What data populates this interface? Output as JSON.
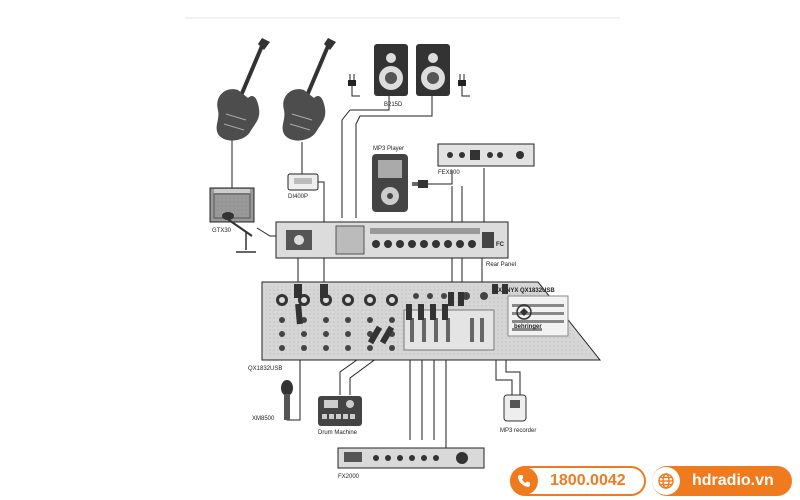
{
  "diagram": {
    "labels": {
      "speakers": "B215D",
      "mp3_player": "MP3 Player",
      "fex800": "FEX800",
      "di400p": "DI400P",
      "gtx30": "GTX30",
      "rear_panel": "Rear Panel",
      "mixer": "QX1832USB",
      "mixer_brand_panel": "XENYX QX1832USB",
      "behringer": "behringer",
      "mic": "XM8500",
      "drum_machine": "Drum Machine",
      "mp3_recorder": "MP3 recorder",
      "fx2000": "FX2000",
      "fc_mark": "FC"
    }
  },
  "footer": {
    "phone": "1800.0042",
    "website": "hdradio.vn"
  },
  "colors": {
    "accent": "#f07a1e",
    "line": "#222222",
    "panel": "#d9d9d9"
  },
  "icons": {
    "phone": "phone-icon",
    "web": "globe-icon"
  }
}
